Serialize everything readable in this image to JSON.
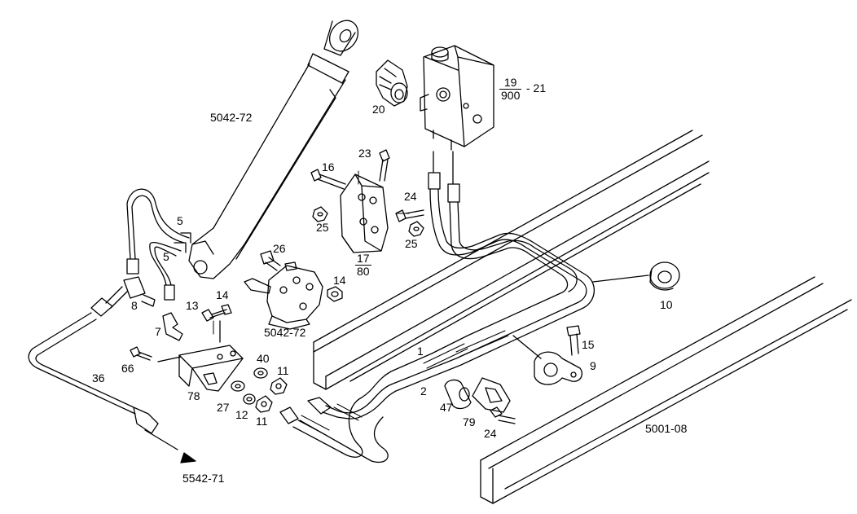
{
  "diagram": {
    "labels": {
      "l1": "1",
      "l2": "2",
      "l5a": "5",
      "l5b": "5",
      "l7": "7",
      "l8": "8",
      "l9": "9",
      "l10": "10",
      "l11a": "11",
      "l11b": "11",
      "l12": "12",
      "l13": "13",
      "l14a": "14",
      "l14b": "14",
      "l15": "15",
      "l16": "16",
      "l20": "20",
      "l21": "- 21",
      "l23": "23",
      "l24a": "24",
      "l24b": "24",
      "l25a": "25",
      "l25b": "25",
      "l26": "26",
      "l27": "27",
      "l36": "36",
      "l40": "40",
      "l47": "47",
      "l66": "66",
      "l78": "78",
      "l79": "79",
      "ref_cyl": "5042-72",
      "ref_valve": "5042-72",
      "ref_frame": "5001-08",
      "ref_out": "5542-71"
    },
    "fractions": {
      "f19": {
        "num": "19",
        "den": "900"
      },
      "f17": {
        "num": "17",
        "den": "80"
      }
    }
  }
}
